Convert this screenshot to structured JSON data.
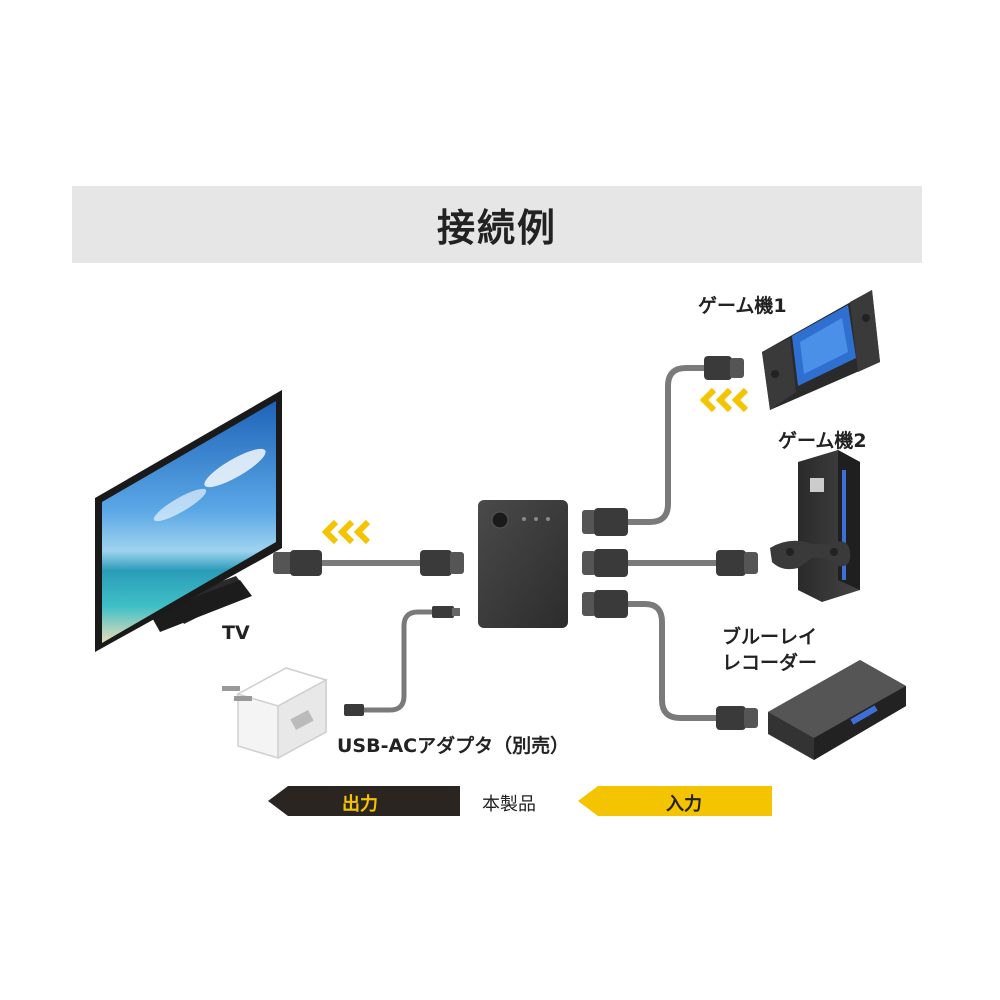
{
  "title": "接続例",
  "devices": {
    "tv": "TV",
    "game1": "ゲーム機1",
    "game2": "ゲーム機2",
    "bluray_line1": "ブルーレイ",
    "bluray_line2": "レコーダー",
    "adapter": "USB-ACアダプタ（別売）"
  },
  "legend": {
    "output": "出力",
    "product": "本製品",
    "input": "入力"
  },
  "colors": {
    "input_arrow": "#f5c400",
    "output_arrow": "#2b2522",
    "cable": "#7a7a7a",
    "title_band": "#e6e6e6"
  }
}
